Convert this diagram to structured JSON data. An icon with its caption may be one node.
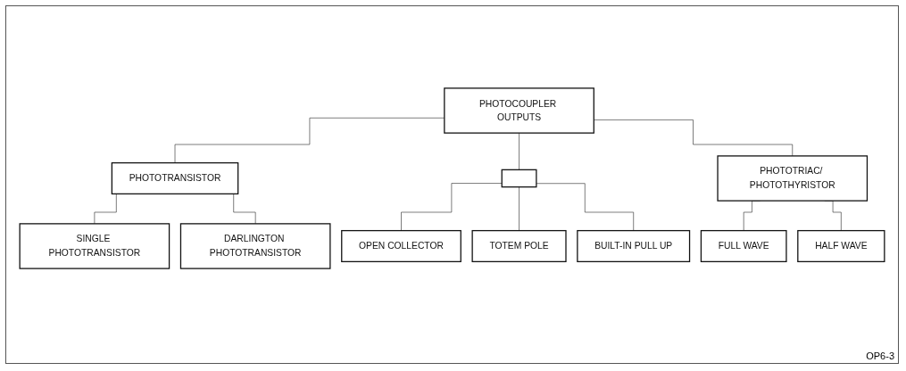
{
  "diagram": {
    "nodes": [
      {
        "text": [
          "PHOTOCOUPLER OUTPUTS"
        ]
      },
      {
        "text": [
          "PHOTOTRANSISTOR"
        ]
      },
      {
        "text": [],
        "shape": "box"
      },
      {
        "text": [
          "PHOTOTRIAC/ PHOTOTHYRISTOR"
        ]
      },
      {
        "text": [
          "SINGLE PHOTOTRANSISTOR"
        ]
      },
      {
        "text": [
          "DARLINGTON PHOTOTRANSISTOR"
        ]
      },
      {
        "text": [
          "OPEN COLLECTOR"
        ]
      },
      {
        "text": [
          "TOTEM POLE"
        ]
      },
      {
        "text": [
          "BUILT-IN PULL UP"
        ]
      },
      {
        "text": [
          "FULL WAVE"
        ]
      },
      {
        "text": [
          "HALF WAVE"
        ]
      }
    ],
    "edges": [
      {
        "from": 0,
        "to": 1,
        "arrow": "none"
      },
      {
        "from": 0,
        "to": 2,
        "arrow": "none"
      },
      {
        "from": 0,
        "to": 3,
        "arrow": "none"
      },
      {
        "from": 1,
        "to": 4,
        "arrow": "none"
      },
      {
        "from": 1,
        "to": 5,
        "arrow": "none"
      },
      {
        "from": 2,
        "to": 6,
        "arrow": "none"
      },
      {
        "from": 2,
        "to": 7,
        "arrow": "none"
      },
      {
        "from": 2,
        "to": 8,
        "arrow": "none"
      },
      {
        "from": 3,
        "to": 9,
        "arrow": "none"
      },
      {
        "from": 3,
        "to": 10,
        "arrow": "none"
      }
    ],
    "labels": [
      "OP6-3"
    ]
  }
}
